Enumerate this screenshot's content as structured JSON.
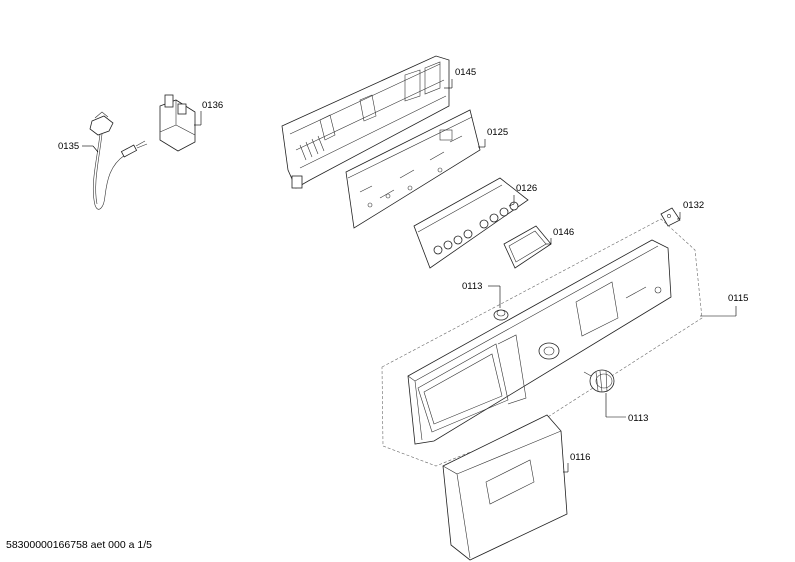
{
  "document_id": "58300000166758 aet 000 a 1/5",
  "parts": [
    {
      "id": "cable",
      "label": "0135"
    },
    {
      "id": "filter",
      "label": "0136"
    },
    {
      "id": "housing",
      "label": "0145"
    },
    {
      "id": "pcb-main",
      "label": "0125"
    },
    {
      "id": "pcb-controls",
      "label": "0126"
    },
    {
      "id": "display",
      "label": "0146"
    },
    {
      "id": "clip",
      "label": "0132"
    },
    {
      "id": "knob-small",
      "label": "0113"
    },
    {
      "id": "panel",
      "label": "0115"
    },
    {
      "id": "knob-large",
      "label": "0113"
    },
    {
      "id": "handle",
      "label": "0116"
    }
  ]
}
